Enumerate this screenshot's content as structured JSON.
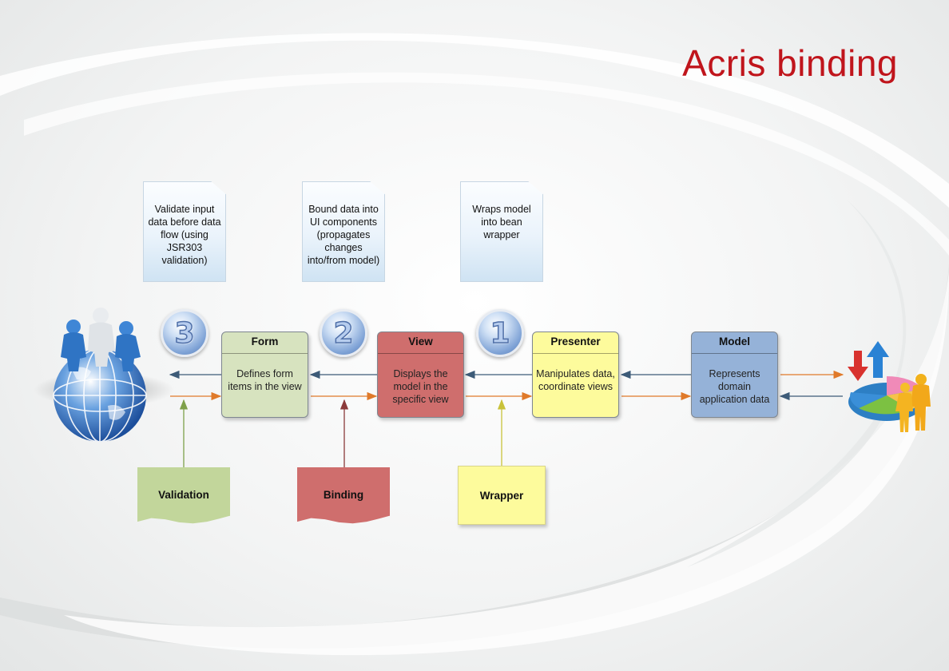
{
  "title": "Acris binding",
  "notes": [
    {
      "id": "validate",
      "text": "Validate input data before data flow (using JSR303 validation)"
    },
    {
      "id": "bound",
      "text": "Bound data into UI components (propagates changes into/from model)"
    },
    {
      "id": "wraps",
      "text": "Wraps model into bean wrapper"
    }
  ],
  "steps": [
    "3",
    "2",
    "1"
  ],
  "boxes": [
    {
      "id": "form",
      "title": "Form",
      "body": "Defines form items in the view",
      "color": "#d7e3bf"
    },
    {
      "id": "view",
      "title": "View",
      "body": "Displays the model in the specific view",
      "color": "#cf6e6d"
    },
    {
      "id": "presenter",
      "title": "Presenter",
      "body": "Manipulates data, coordinate views",
      "color": "#fdfb9c"
    },
    {
      "id": "model",
      "title": "Model",
      "body": "Represents domain application data",
      "color": "#95b2d8"
    }
  ],
  "docs": [
    {
      "id": "validation",
      "label": "Validation",
      "color": "#c2d69b"
    },
    {
      "id": "binding",
      "label": "Binding",
      "color": "#cf6e6d"
    },
    {
      "id": "wrapper",
      "label": "Wrapper",
      "color": "#fdfb9c"
    }
  ],
  "colors": {
    "title": "#c0151c",
    "arrow_forward": "#e07a2a",
    "arrow_back": "#3d5b78",
    "connector_validation": "#7ea04a",
    "connector_binding": "#8b3a3a",
    "connector_wrapper": "#c9c23a"
  },
  "icons": {
    "left": "globe-people-icon",
    "right": "chart-people-icon"
  }
}
